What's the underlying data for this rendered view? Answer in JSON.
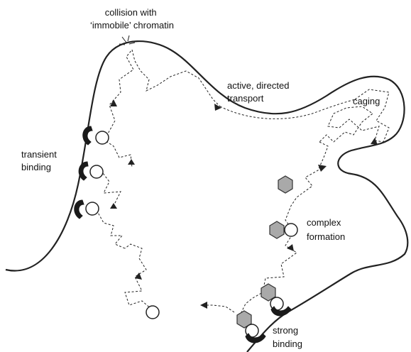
{
  "labels": {
    "collision": [
      "collision with",
      "‘immobile’ chromatin"
    ],
    "transport": [
      "active, directed",
      "transport"
    ],
    "caging": [
      "caging"
    ],
    "transient": [
      "transient",
      "binding"
    ],
    "complex": [
      "complex",
      "formation"
    ],
    "strong": [
      "strong",
      "binding"
    ]
  }
}
